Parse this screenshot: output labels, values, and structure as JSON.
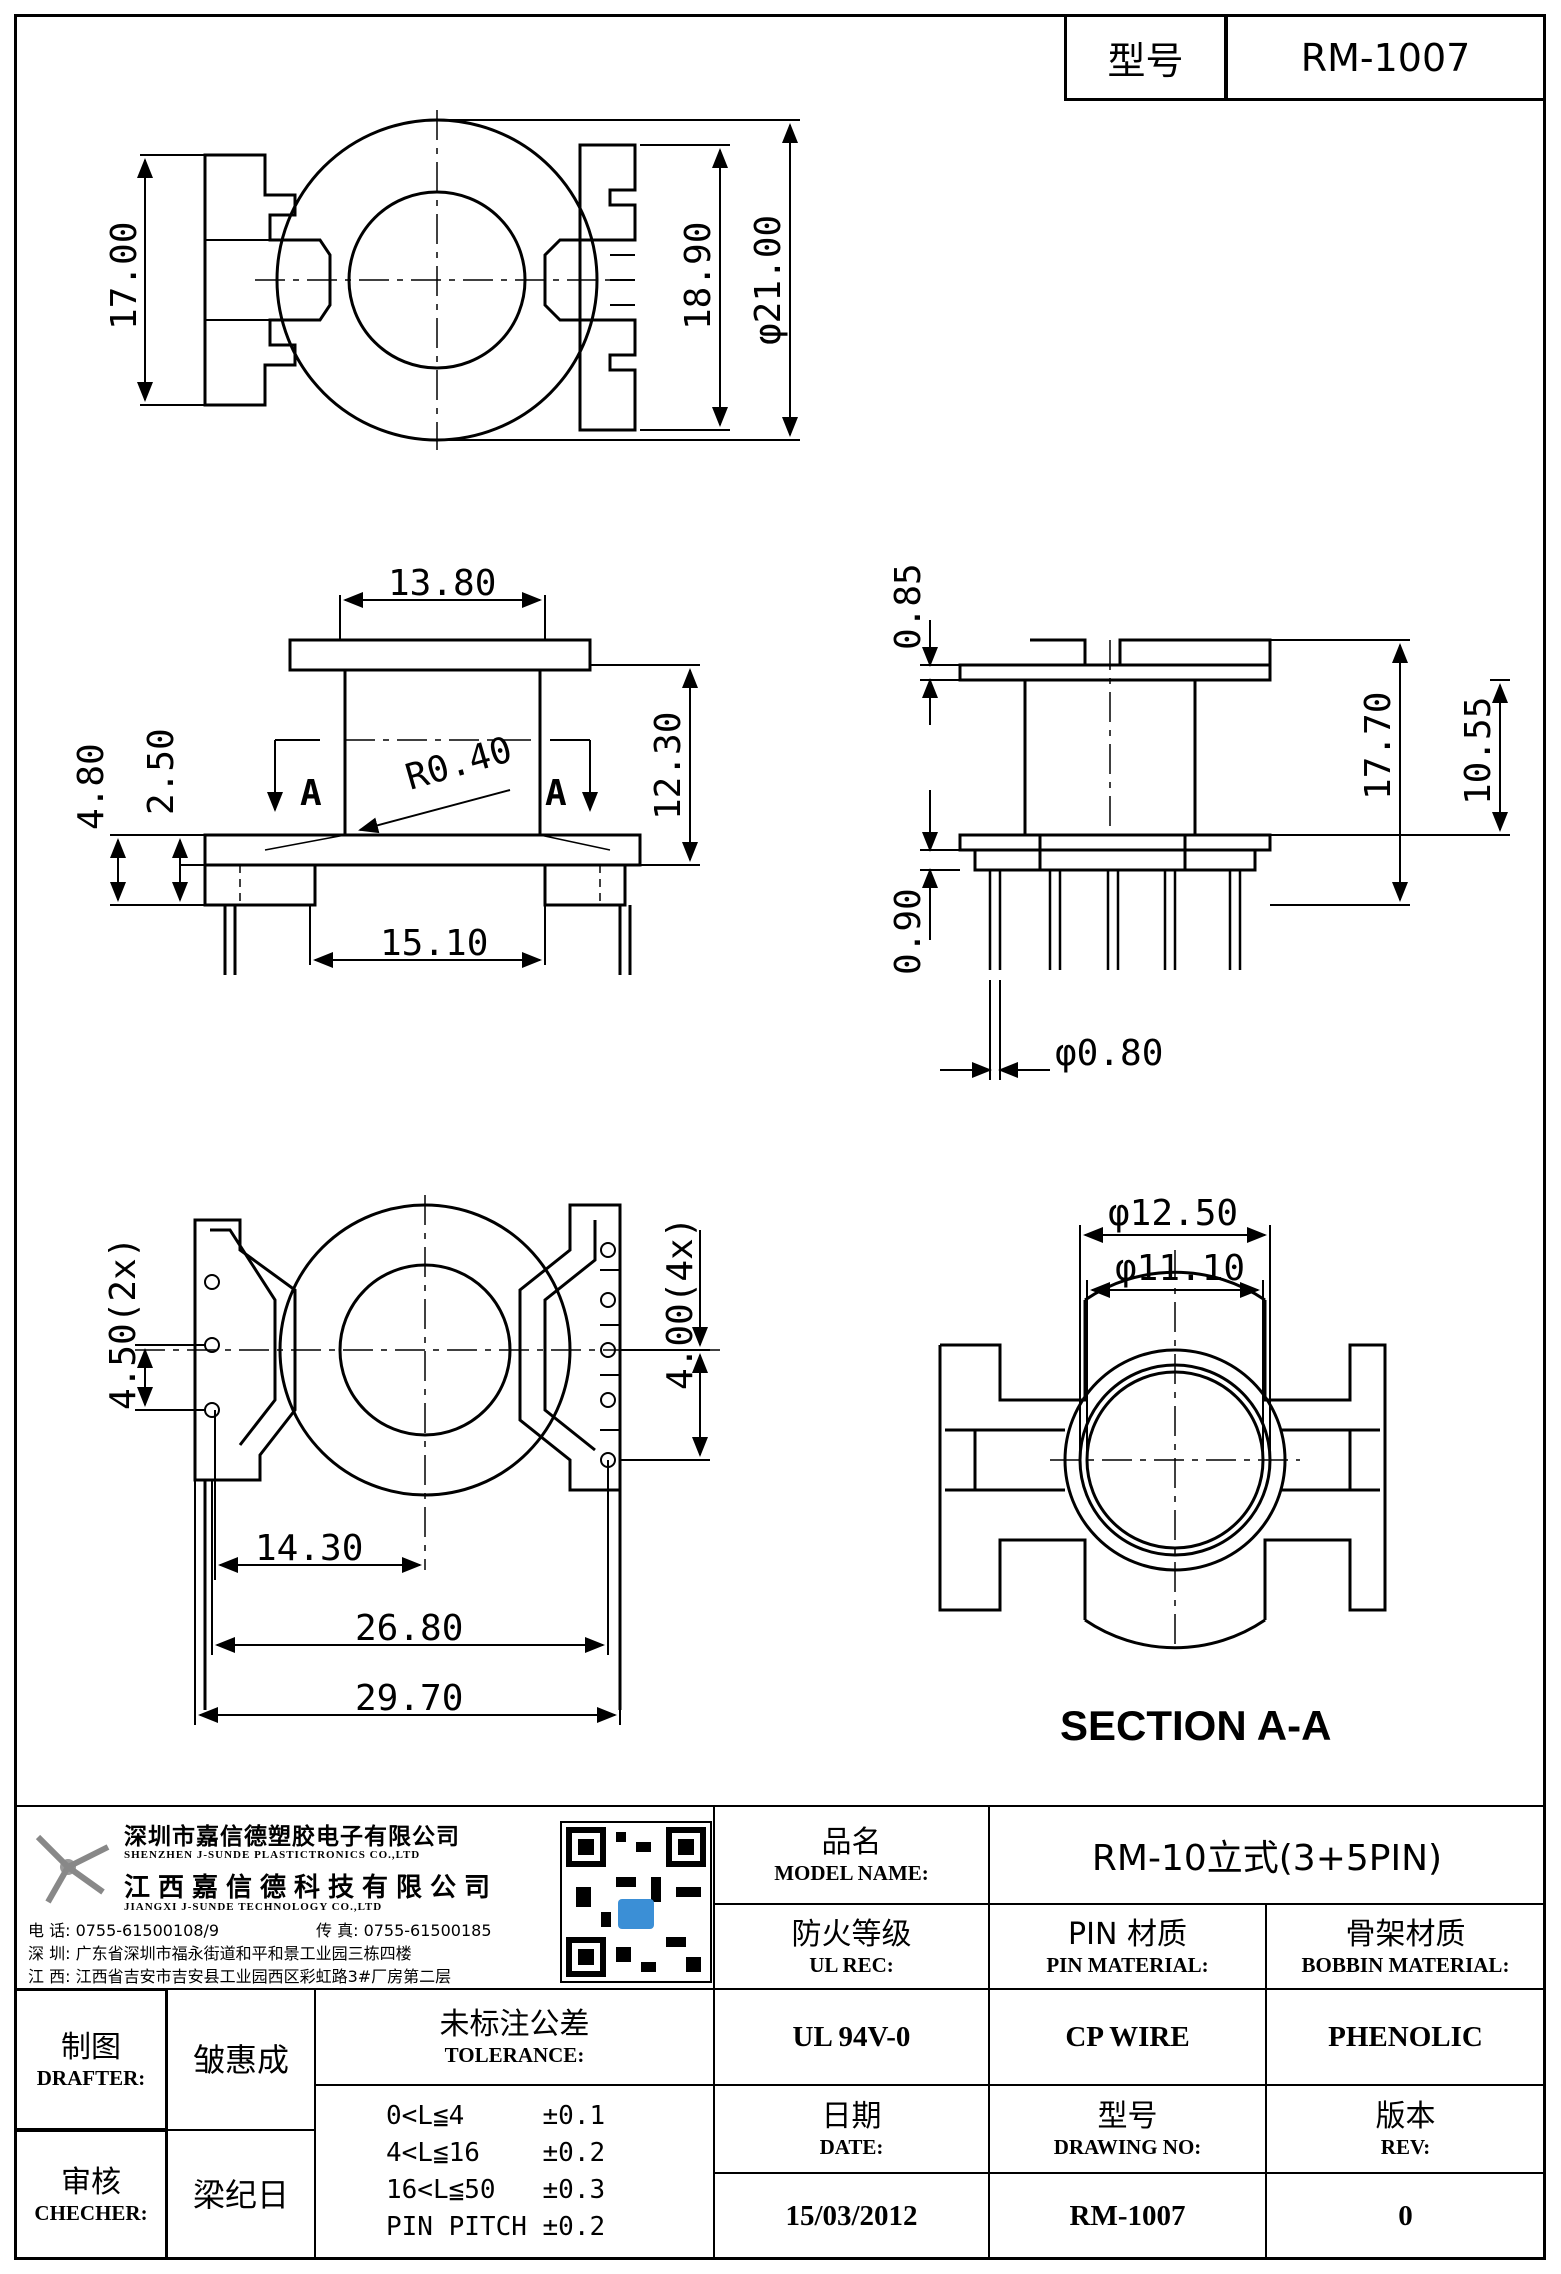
{
  "header": {
    "label": "型号",
    "value": "RM-1007"
  },
  "dimensions": {
    "A": "17.00",
    "B": "18.90",
    "C": "φ21.00",
    "D": "13.80",
    "E": "12.30",
    "F": "2.50",
    "G": "4.80",
    "H": "15.10",
    "I": "0.85",
    "J": "17.70",
    "K": "10.55",
    "L": "0.90",
    "M": "φ0.80",
    "N": "4.50(2x)",
    "O": "4.00(4x)",
    "P": "14.30",
    "Q": "26.80",
    "R": "29.70",
    "S": "φ12.50",
    "T": "φ11.10",
    "radius": "R0.40",
    "section_marker": "A"
  },
  "section_title": "SECTION A-A",
  "company": {
    "name_cn1": "深圳市嘉信德塑胶电子有限公司",
    "name_en1": "SHENZHEN J-SUNDE PLASTICTRONICS CO.,LTD",
    "name_cn2": "江西嘉信德科技有限公司",
    "name_en2": "JIANGXI J-SUNDE TECHNOLOGY CO.,LTD",
    "phone": "电 话: 0755-61500108/9",
    "fax": "传 真: 0755-61500185",
    "addr_sz": "深 圳: 广东省深圳市福永街道和平和景工业园三栋四楼",
    "addr_jx": "江 西: 江西省吉安市吉安县工业园西区彩虹路3#厂房第二层"
  },
  "title_block": {
    "product_name_cn": "品名",
    "product_name_en": "MODEL NAME:",
    "product_name": "RM-10立式(3+5PIN)",
    "ul_cn": "防火等级",
    "ul_en": "UL REC:",
    "ul_value": "UL 94V-0",
    "pin_cn": "PIN 材质",
    "pin_en": "PIN MATERIAL:",
    "pin_value": "CP WIRE",
    "bobbin_cn": "骨架材质",
    "bobbin_en": "BOBBIN MATERIAL:",
    "bobbin_value": "PHENOLIC",
    "drafter_cn": "制图",
    "drafter_en": "DRAFTER:",
    "drafter_name": "皱惠成",
    "checker_cn": "审核",
    "checker_en": "CHECHER:",
    "checker_name": "梁纪日",
    "tol_cn": "未标注公差",
    "tol_en": "TOLERANCE:",
    "tol_lines": [
      "0<L≦4     ±0.1",
      "4<L≦16    ±0.2",
      "16<L≦50   ±0.3",
      "PIN PITCH ±0.2"
    ],
    "date_cn": "日期",
    "date_en": "DATE:",
    "date_value": "15/03/2012",
    "dwg_cn": "型号",
    "dwg_en": "DRAWING NO:",
    "dwg_value": "RM-1007",
    "rev_cn": "版本",
    "rev_en": "REV:",
    "rev_value": "0"
  }
}
